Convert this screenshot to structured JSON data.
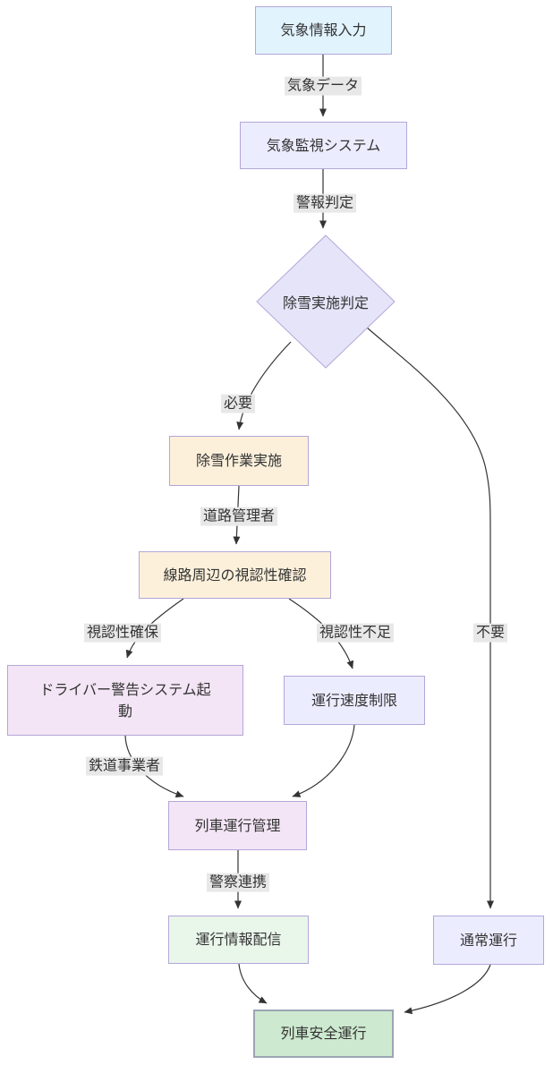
{
  "diagram": {
    "title": "snow-operation-flowchart",
    "nodes": {
      "weather_input": {
        "label": "気象情報入力"
      },
      "weather_monitoring": {
        "label": "気象監視システム"
      },
      "snow_removal_decision": {
        "label": "除雪実施判定"
      },
      "snow_removal_work": {
        "label": "除雪作業実施"
      },
      "visibility_check": {
        "label": "線路周辺の視認性確認"
      },
      "driver_warning": {
        "label": "ドライバー警告システム起\n動"
      },
      "speed_limit": {
        "label": "運行速度制限"
      },
      "train_operation_mgmt": {
        "label": "列車運行管理"
      },
      "operation_info": {
        "label": "運行情報配信"
      },
      "normal_operation": {
        "label": "通常運行"
      },
      "safe_operation": {
        "label": "列車安全運行"
      }
    },
    "edge_labels": {
      "weather_data": "気象データ",
      "alert_judgement": "警報判定",
      "required": "必要",
      "road_admin": "道路管理者",
      "visibility_secured": "視認性確保",
      "visibility_insufficient": "視認性不足",
      "not_required": "不要",
      "railway_operator": "鉄道事業者",
      "police_coop": "警察連携"
    },
    "colors": {
      "edge_line": "#333333",
      "edge_label_bg": "#e8e8e8",
      "text": "#333333",
      "node_border": "#b3a7d8",
      "input_fill": "#e1f3fd",
      "system_fill": "#ececff",
      "decision_fill": "#e6e4f9",
      "process_fill": "#fcf0db",
      "warning_fill": "#f3e5f5",
      "info_fill": "#e9f6ea",
      "safe_fill": "#cde9cf",
      "safe_border": "#9ba5b4"
    }
  }
}
